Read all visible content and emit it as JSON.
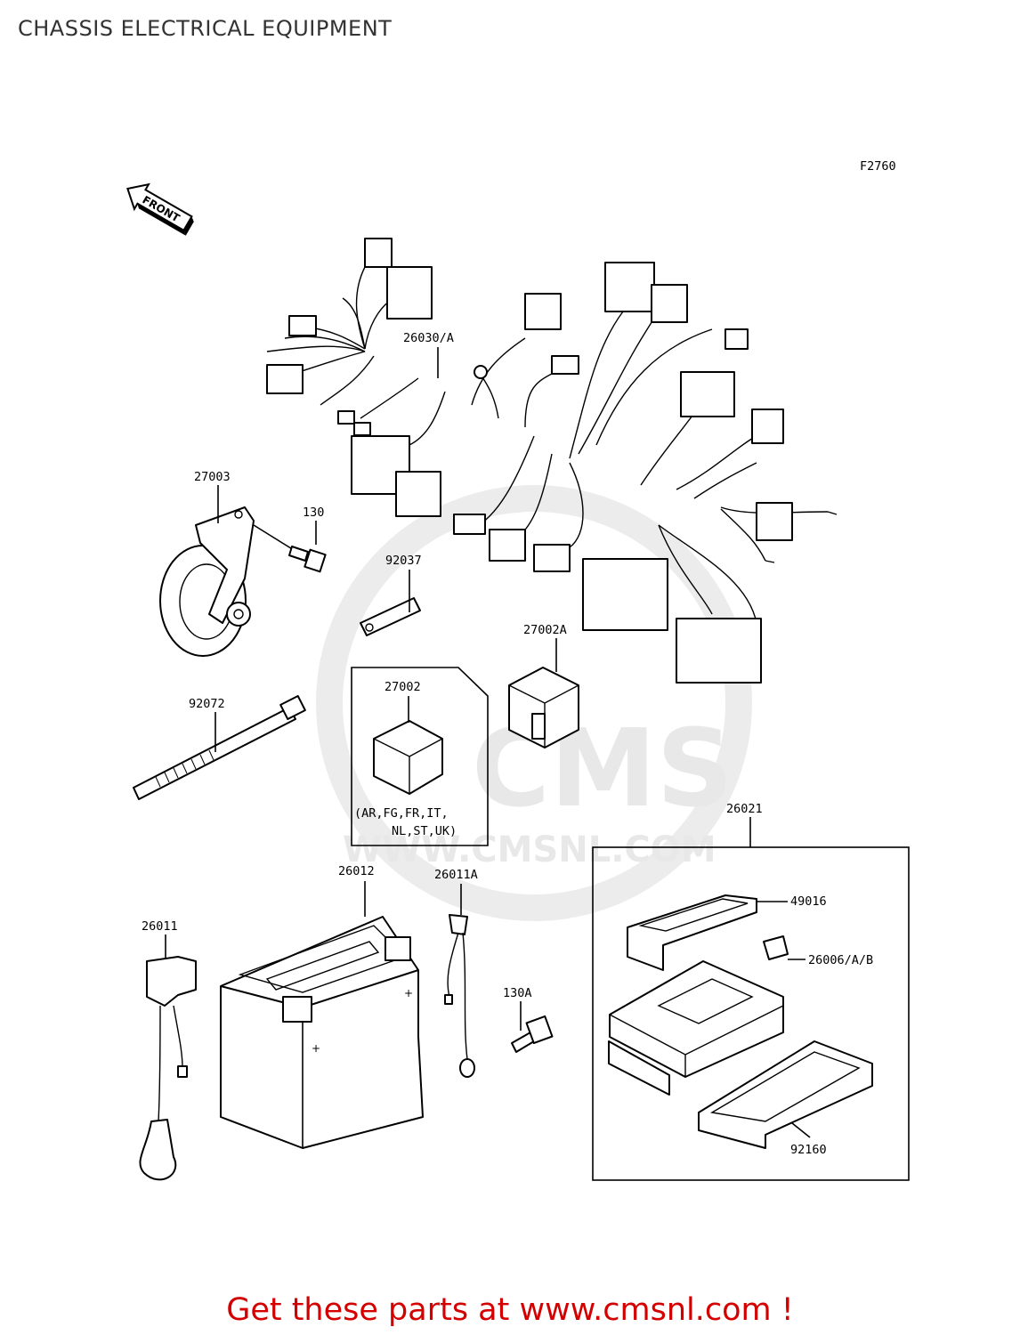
{
  "page": {
    "title": "CHASSIS ELECTRICAL EQUIPMENT",
    "figure_code": "F2760",
    "front_arrow_label": "FRONT",
    "promo_text": "Get these parts at www.cmsnl.com !",
    "watermark_text": "CMS",
    "watermark_url": "WWW.CMSNL.COM"
  },
  "labels": {
    "harness": "26030/A",
    "horn": "27003",
    "bolt": "130",
    "plate": "92037",
    "relay_a": "27002A",
    "relay": "27002",
    "relay_note_1": "(AR,FG,FR,IT,",
    "relay_note_2": "NL,ST,UK)",
    "band": "92072",
    "fuse_box": "26021",
    "battery": "26012",
    "lead_a": "26011A",
    "lead": "26011",
    "bolt_a": "130A",
    "cover": "49016",
    "fuse": "26006/A/B",
    "case": "92160"
  },
  "colors": {
    "title": "#333333",
    "promo": "#d40000",
    "watermark": "#e6e6e6"
  }
}
